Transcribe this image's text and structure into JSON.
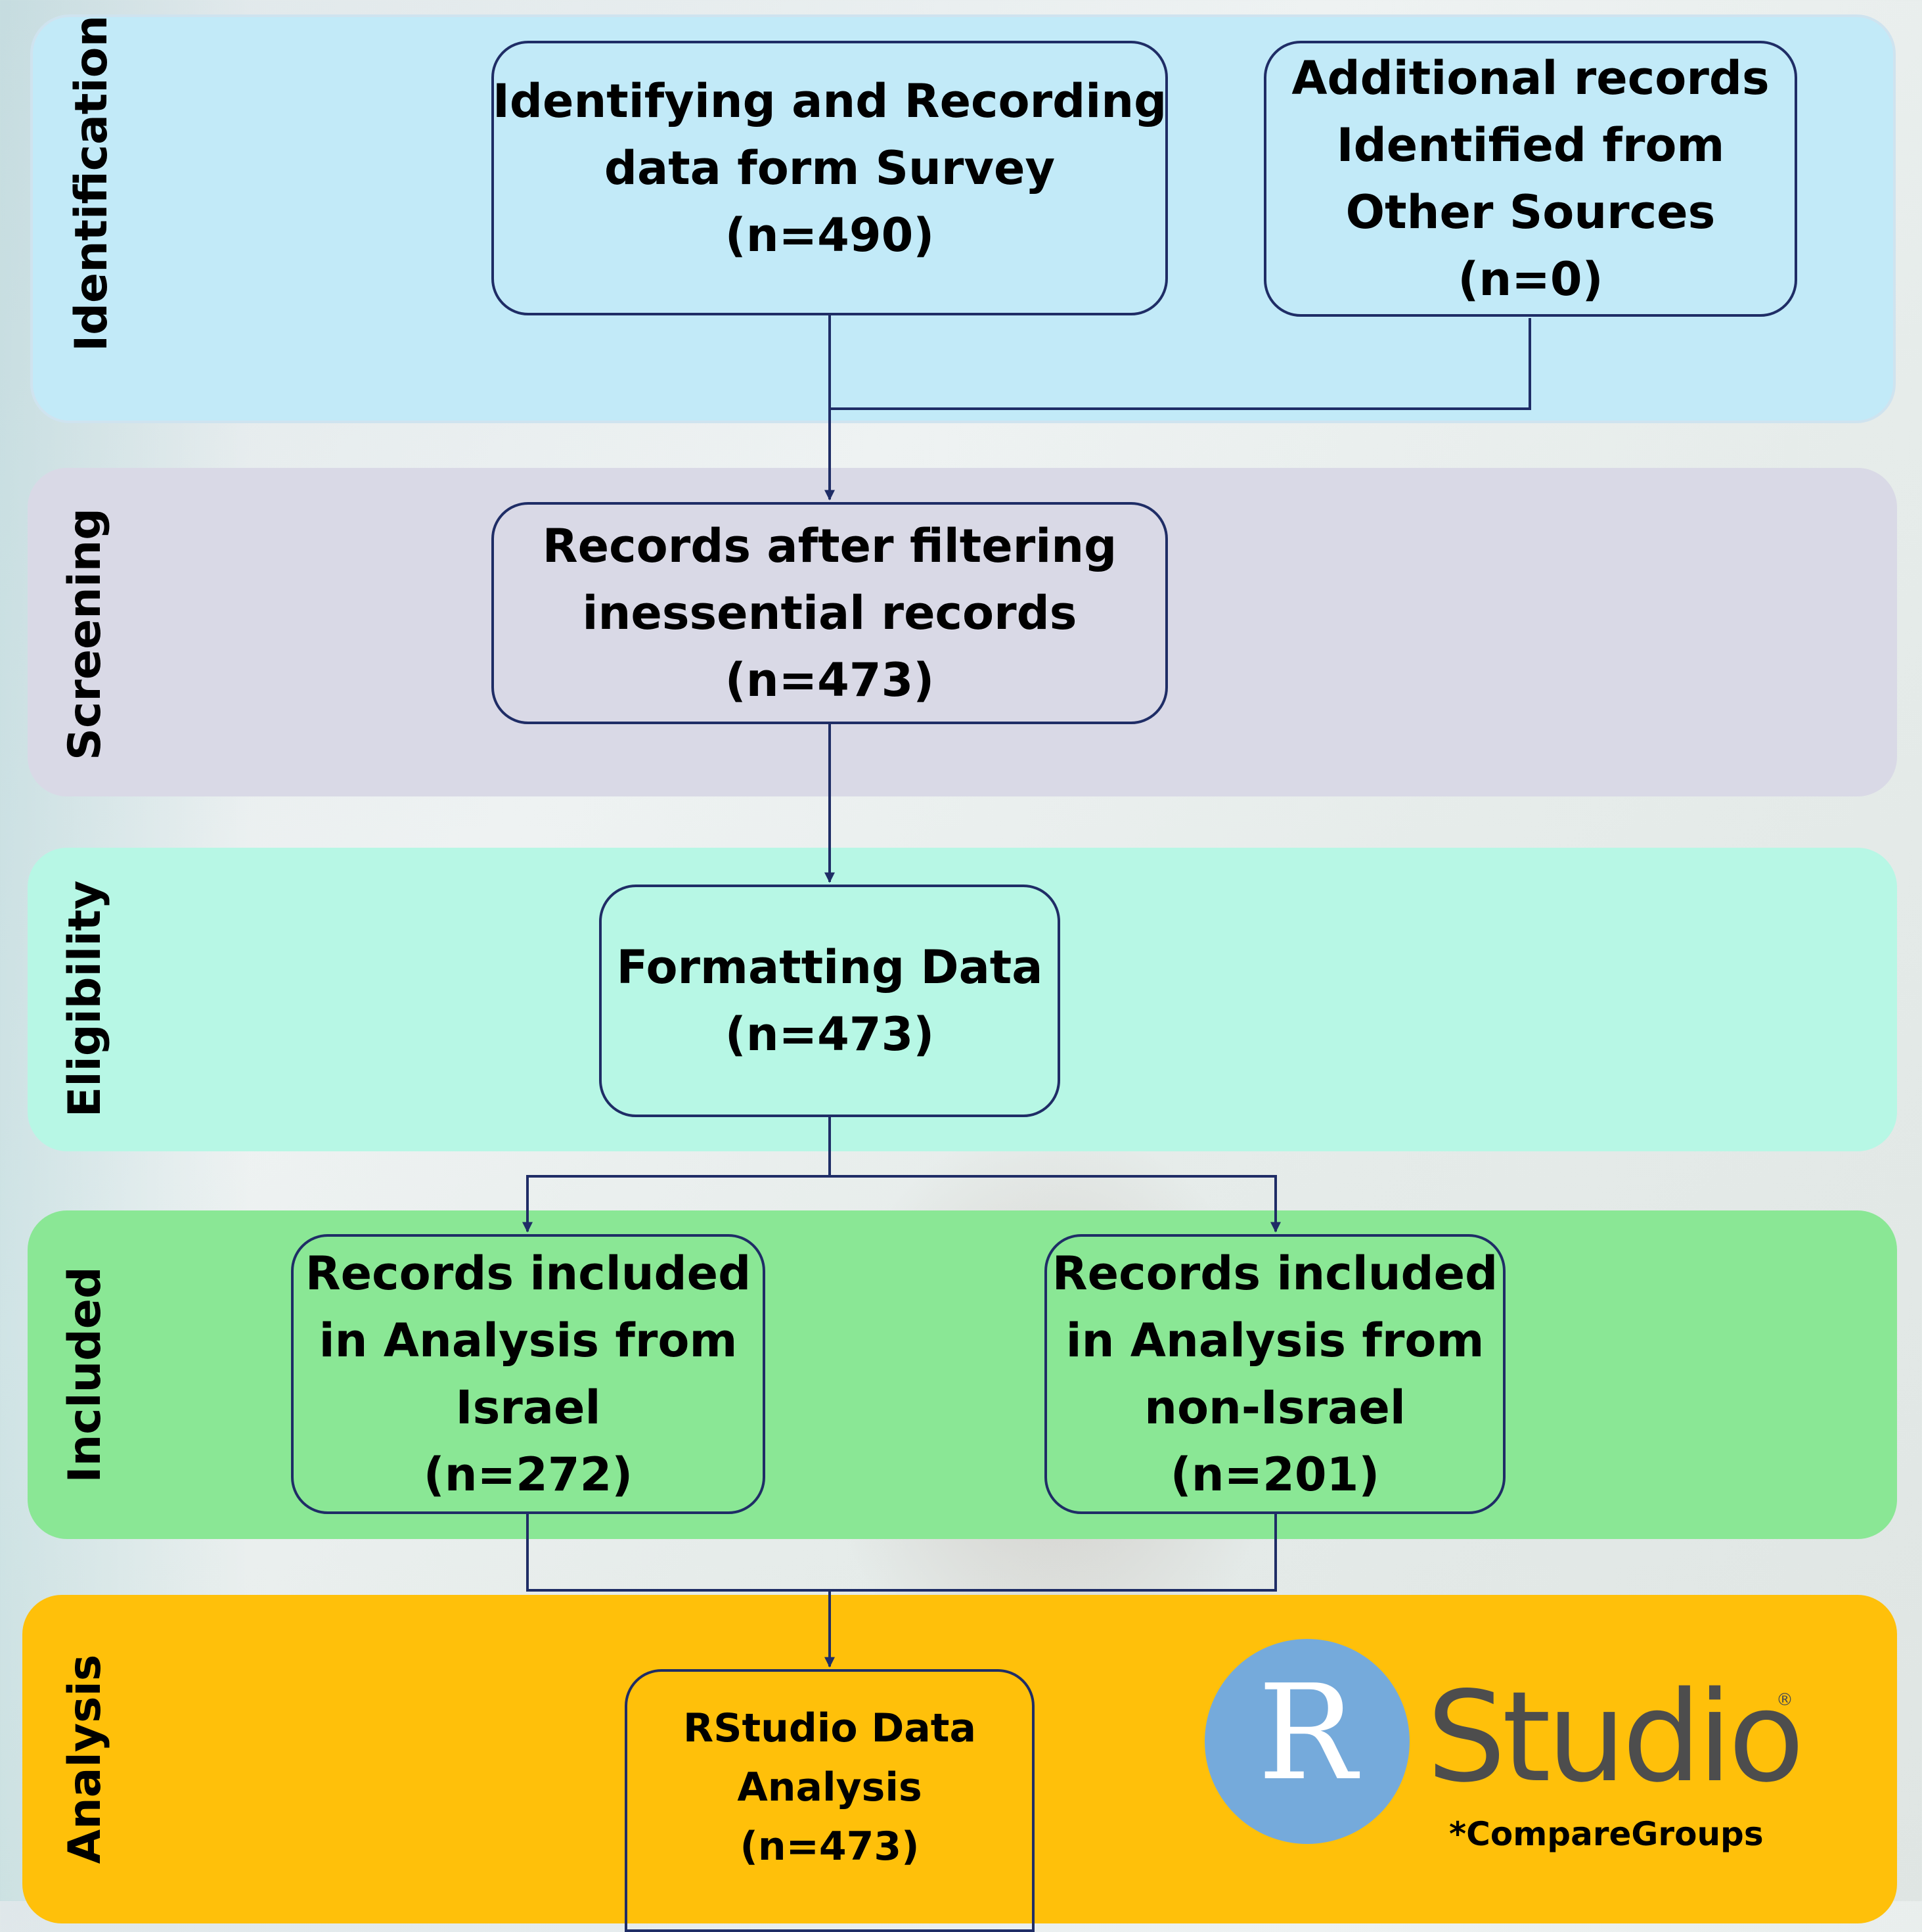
{
  "bands": {
    "identification": "Identification",
    "screening": "Screening",
    "eligibility": "Eligibility",
    "included": "Included",
    "analysis": "Analysis"
  },
  "boxes": {
    "survey": {
      "line1": "Identifying and Recording",
      "line2": "data form Survey",
      "count": "(n=490)"
    },
    "other_sources": {
      "line1": "Additional records",
      "line2": "Identified from",
      "line3": "Other Sources",
      "count": "(n=0)"
    },
    "screening": {
      "line1": "Records after filtering",
      "line2": "inessential records",
      "count": "(n=473)"
    },
    "formatting": {
      "line1": "Formatting Data",
      "count": "(n=473)"
    },
    "israel": {
      "line1": "Records included",
      "line2": "in Analysis from",
      "line3": "Israel",
      "count": "(n=272)"
    },
    "non_israel": {
      "line1": "Records included",
      "line2": "in Analysis from",
      "line3": "non-Israel",
      "count": "(n=201)"
    },
    "rstudio": {
      "line1": "RStudio Data",
      "line2": "Analysis",
      "count": "(n=473)"
    }
  },
  "logo": {
    "letter": "R",
    "wordmark": "Studio",
    "registered": "®",
    "note": "*CompareGroups"
  },
  "colors": {
    "identification": "#c2eaf8",
    "screening": "#d9d9e6",
    "eligibility": "#b7f7e5",
    "included": "#8ae795",
    "analysis": "#ffc00a",
    "connector": "#1f2d66",
    "logo_circle": "#75aadb",
    "logo_text": "#4d4d4d"
  }
}
